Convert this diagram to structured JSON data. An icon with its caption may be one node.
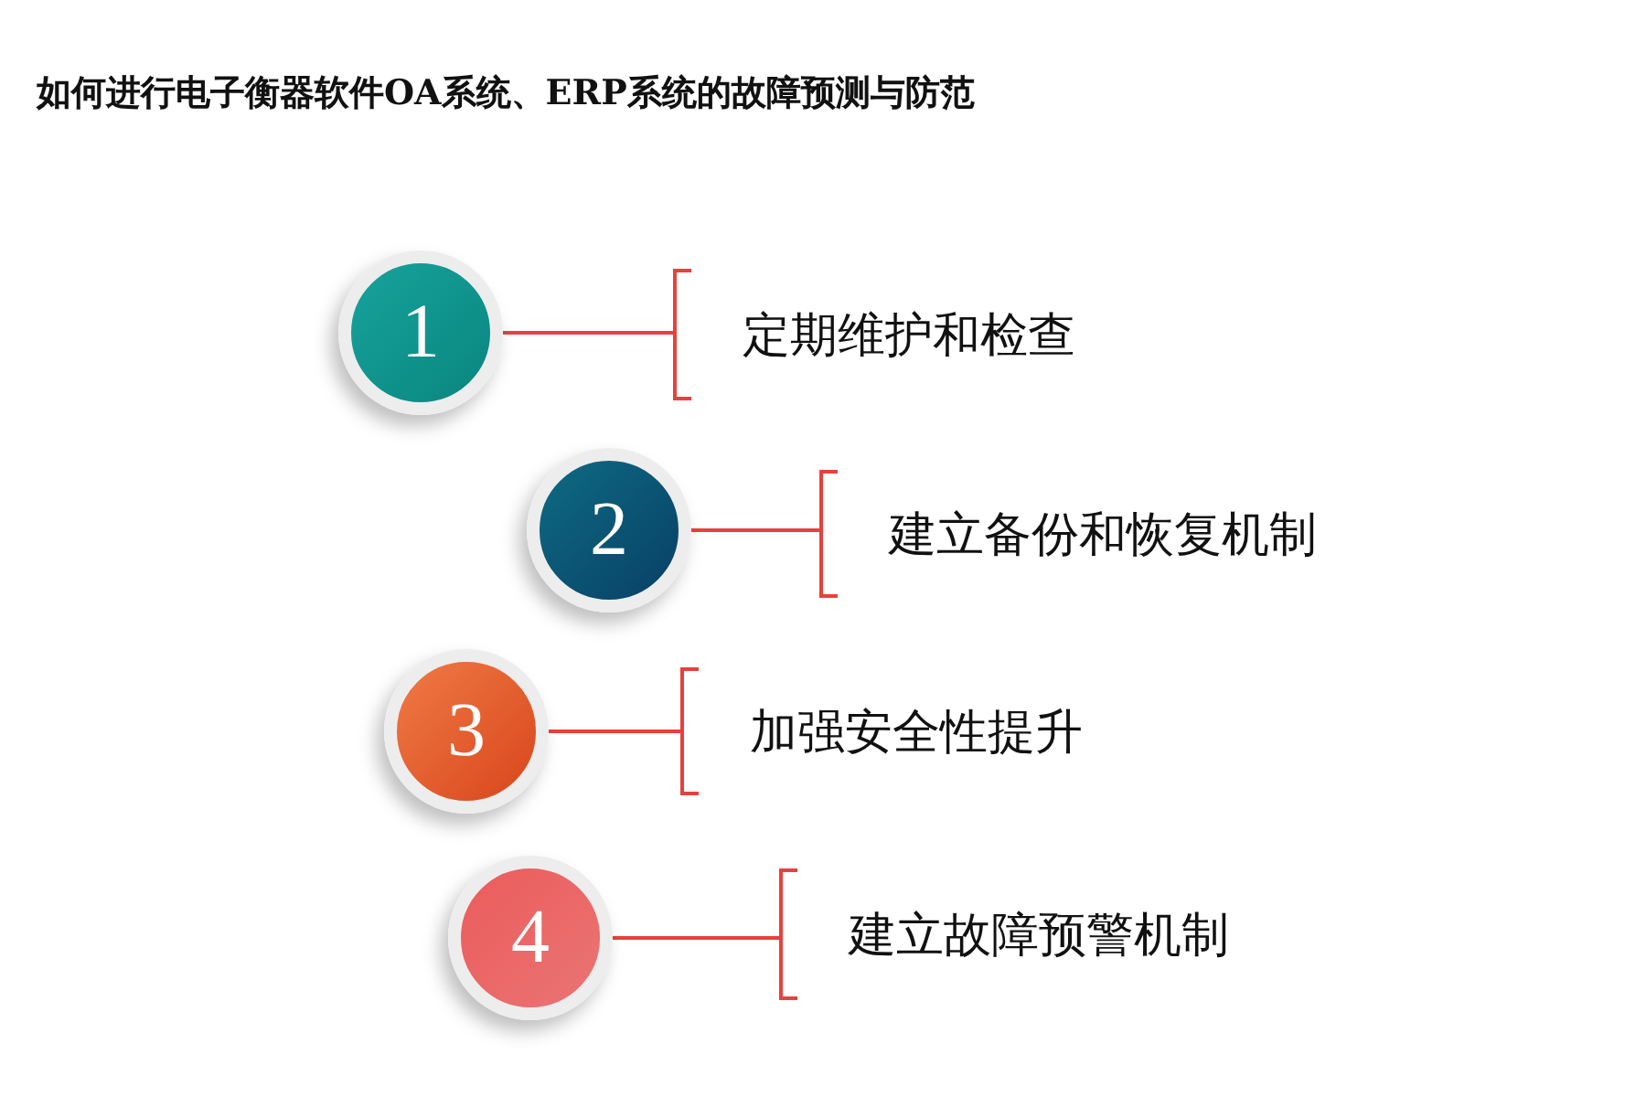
{
  "diagram": {
    "title": "如何进行电子衡器软件OA系统、ERP系统的故障预测与防范",
    "nodes": [
      {
        "text": [
          "1"
        ]
      },
      {
        "text": [
          "2"
        ]
      },
      {
        "text": [
          "3"
        ]
      },
      {
        "text": [
          "4"
        ]
      },
      {
        "text": [
          "定期维护和检查"
        ]
      },
      {
        "text": [
          "建立备份和恢复机制"
        ]
      },
      {
        "text": [
          "加强安全性提升"
        ]
      },
      {
        "text": [
          "建立故障预警机制"
        ]
      }
    ],
    "edges": [
      {
        "from": 0,
        "to": 4,
        "arrow": "none",
        "color": "#e8413c"
      },
      {
        "from": 1,
        "to": 5,
        "arrow": "none",
        "color": "#e8413c"
      },
      {
        "from": 2,
        "to": 6,
        "arrow": "none",
        "color": "#e8413c"
      },
      {
        "from": 3,
        "to": 7,
        "arrow": "none",
        "color": "#e8413c"
      }
    ]
  }
}
